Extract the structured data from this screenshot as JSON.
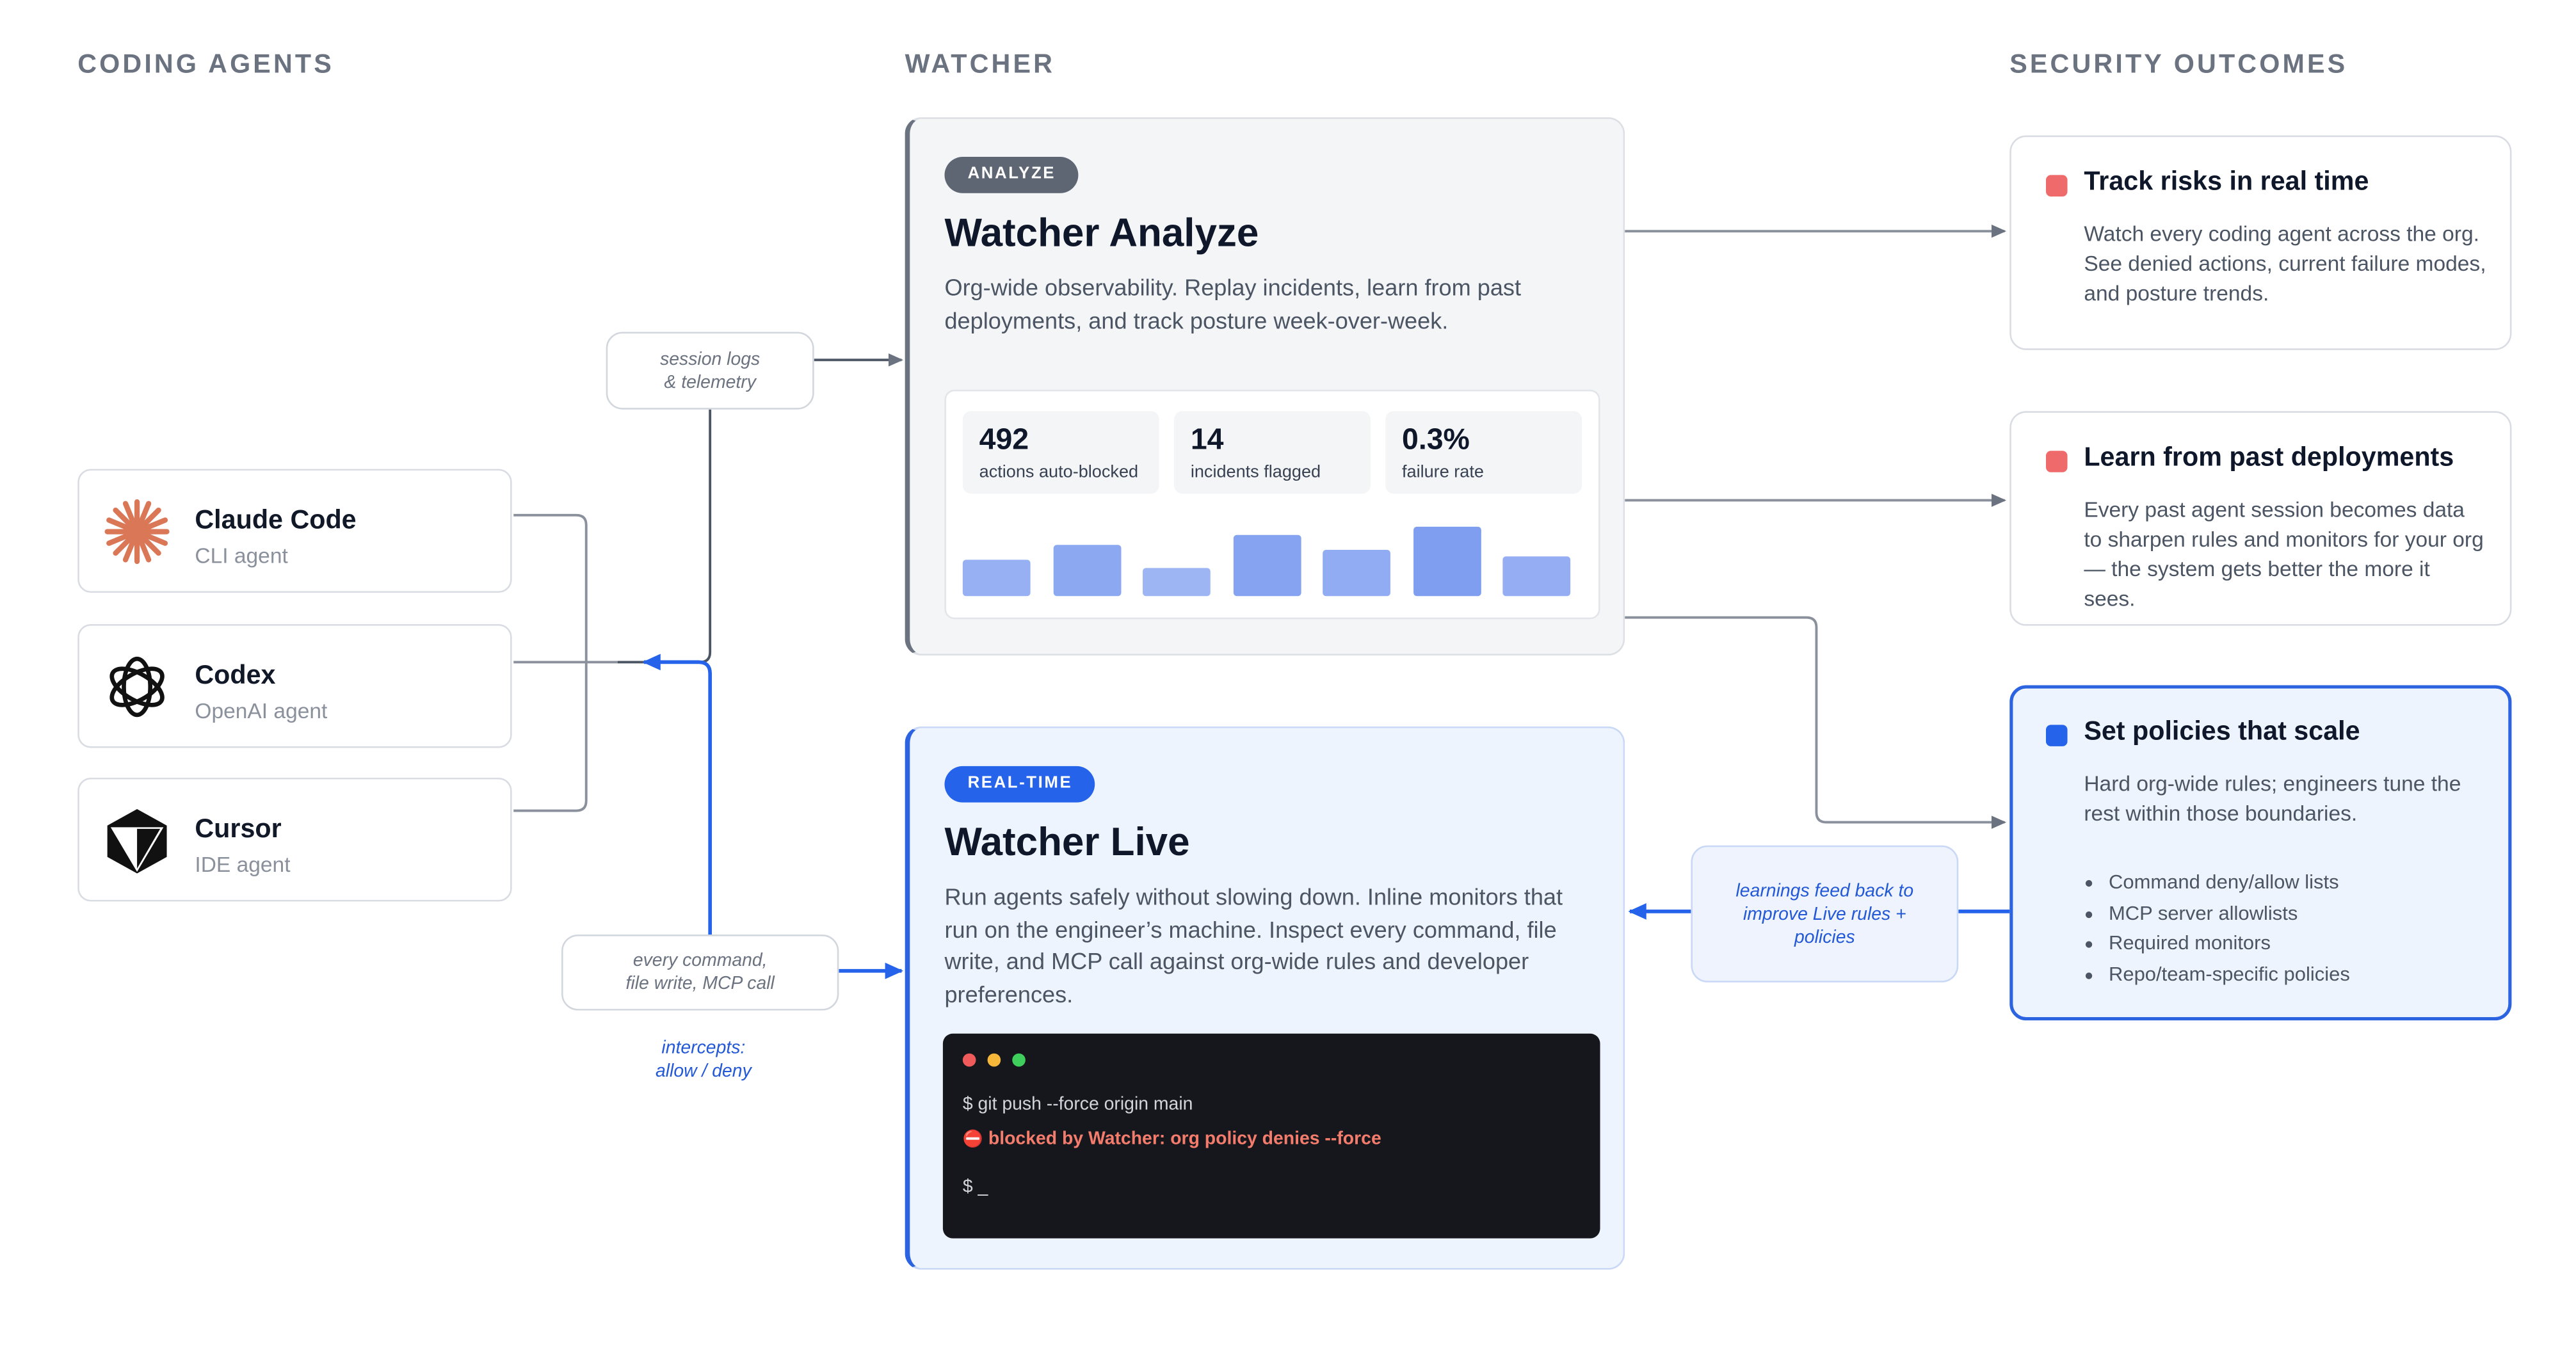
{
  "columns": {
    "agents": "CODING AGENTS",
    "watcher": "WATCHER",
    "outcomes": "SECURITY OUTCOMES"
  },
  "agents": [
    {
      "name": "Claude Code",
      "sub": "CLI agent"
    },
    {
      "name": "Codex",
      "sub": "OpenAI agent"
    },
    {
      "name": "Cursor",
      "sub": "IDE agent"
    }
  ],
  "bubbles": {
    "session_logs_line1": "session logs",
    "session_logs_line2": "& telemetry",
    "every_command_line1": "every command,",
    "every_command_line2": "file write, MCP call",
    "intercepts_line1": "intercepts:",
    "intercepts_line2": "allow / deny",
    "feedback_line1": "learnings feed back to",
    "feedback_line2": "improve Live rules +",
    "feedback_line3": "policies"
  },
  "analyze": {
    "badge": "ANALYZE",
    "title": "Watcher Analyze",
    "desc_line1": "Org-wide observability. Replay incidents, learn from past",
    "desc_line2": "deployments, and track posture week-over-week.",
    "stats": [
      {
        "value": "492",
        "label": "actions auto-blocked"
      },
      {
        "value": "14",
        "label": "incidents flagged"
      },
      {
        "value": "0.3%",
        "label": "failure rate"
      }
    ],
    "trend_bars": [
      0.52,
      0.74,
      0.4,
      0.88,
      0.66,
      1.0,
      0.58
    ]
  },
  "live": {
    "badge": "REAL-TIME",
    "title": "Watcher Live",
    "desc_line1": "Run agents safely without slowing down. Inline monitors that",
    "desc_line2": "run on the engineer’s machine. Inspect every command, file",
    "desc_line3": "write, and MCP call against org-wide rules and developer",
    "desc_line4": "preferences.",
    "terminal": {
      "cmd": "$ git push --force origin main",
      "blocked_icon": "⛔",
      "blocked": "blocked by Watcher: org policy denies --force",
      "prompt": "$ _"
    }
  },
  "outcomes": [
    {
      "title": "Track risks in real time",
      "desc": [
        "Watch every coding agent across the org.",
        "See denied actions, current failure modes,",
        "and posture trends."
      ],
      "color": "#ef6b6b"
    },
    {
      "title": "Learn from past deployments",
      "desc": [
        "Every past agent session becomes data",
        "to sharpen rules and monitors for your org",
        "— the system gets better the more it",
        "sees."
      ],
      "color": "#ef6b6b"
    },
    {
      "title": "Set policies that scale",
      "desc": [
        "Hard org-wide rules; engineers tune the",
        "rest within those boundaries."
      ],
      "items": [
        "Command deny/allow lists",
        "MCP server allowlists",
        "Required monitors",
        "Repo/team-specific policies"
      ],
      "color": "#2563eb"
    }
  ],
  "colors": {
    "accent_blue": "#2563eb",
    "wire_gray": "#6b7280",
    "risk_red": "#ef6b6b",
    "bar_blue": "#7f9ef0"
  }
}
